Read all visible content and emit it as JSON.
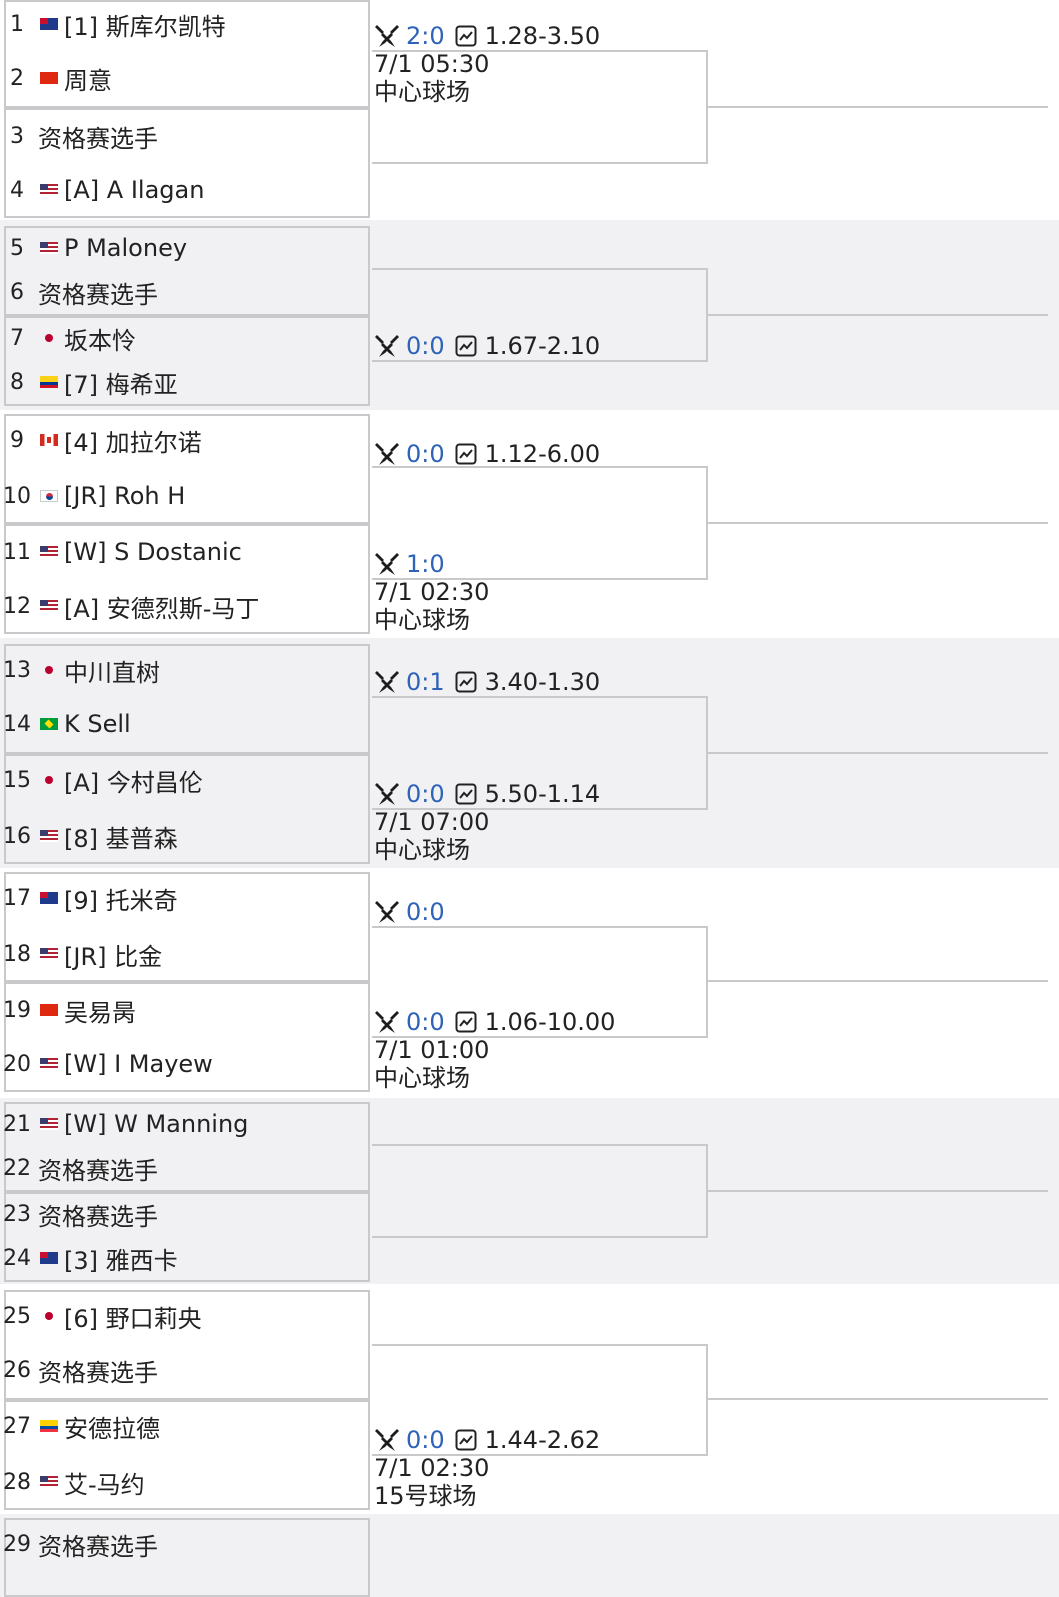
{
  "players": [
    {
      "num": "1",
      "flag": "au",
      "name": "[1] 斯库尔凯特"
    },
    {
      "num": "2",
      "flag": "cn",
      "name": "周意"
    },
    {
      "num": "3",
      "flag": "",
      "name": "资格赛选手"
    },
    {
      "num": "4",
      "flag": "us",
      "name": "[A] A Ilagan"
    },
    {
      "num": "5",
      "flag": "us",
      "name": "P Maloney"
    },
    {
      "num": "6",
      "flag": "",
      "name": "资格赛选手"
    },
    {
      "num": "7",
      "flag": "jp",
      "name": "坂本怜"
    },
    {
      "num": "8",
      "flag": "co",
      "name": "[7] 梅希亚"
    },
    {
      "num": "9",
      "flag": "ca",
      "name": "[4] 加拉尔诺"
    },
    {
      "num": "10",
      "flag": "kr",
      "name": "[JR] Roh H"
    },
    {
      "num": "11",
      "flag": "us",
      "name": "[W] S Dostanic"
    },
    {
      "num": "12",
      "flag": "us",
      "name": "[A] 安德烈斯-马丁"
    },
    {
      "num": "13",
      "flag": "jp",
      "name": "中川直树"
    },
    {
      "num": "14",
      "flag": "br",
      "name": "K Sell"
    },
    {
      "num": "15",
      "flag": "jp",
      "name": "[A] 今村昌伦"
    },
    {
      "num": "16",
      "flag": "us",
      "name": "[8] 基普森"
    },
    {
      "num": "17",
      "flag": "au",
      "name": "[9] 托米奇"
    },
    {
      "num": "18",
      "flag": "us",
      "name": "[JR] 比金"
    },
    {
      "num": "19",
      "flag": "cn",
      "name": "吴易昺"
    },
    {
      "num": "20",
      "flag": "us",
      "name": "[W] I Mayew"
    },
    {
      "num": "21",
      "flag": "us",
      "name": "[W] W Manning"
    },
    {
      "num": "22",
      "flag": "",
      "name": "资格赛选手"
    },
    {
      "num": "23",
      "flag": "",
      "name": "资格赛选手"
    },
    {
      "num": "24",
      "flag": "au",
      "name": "[3] 雅西卡"
    },
    {
      "num": "25",
      "flag": "jp",
      "name": "[6] 野口莉央"
    },
    {
      "num": "26",
      "flag": "",
      "name": "资格赛选手"
    },
    {
      "num": "27",
      "flag": "ec",
      "name": "安德拉德"
    },
    {
      "num": "28",
      "flag": "us",
      "name": "艾-马约"
    },
    {
      "num": "29",
      "flag": "",
      "name": "资格赛选手"
    }
  ],
  "matches": [
    {
      "h2h": "2:0",
      "odds": "1.28-3.50",
      "time": "7/1 05:30",
      "court": "中心球场"
    },
    {
      "h2h": "0:0",
      "odds": "1.67-2.10",
      "time": "",
      "court": ""
    },
    {
      "h2h": "0:0",
      "odds": "1.12-6.00",
      "time": "",
      "court": ""
    },
    {
      "h2h": "1:0",
      "odds": "",
      "time": "7/1 02:30",
      "court": "中心球场"
    },
    {
      "h2h": "0:1",
      "odds": "3.40-1.30",
      "time": "",
      "court": ""
    },
    {
      "h2h": "0:0",
      "odds": "5.50-1.14",
      "time": "7/1 07:00",
      "court": "中心球场"
    },
    {
      "h2h": "0:0",
      "odds": "",
      "time": "",
      "court": ""
    },
    {
      "h2h": "0:0",
      "odds": "1.06-10.00",
      "time": "7/1 01:00",
      "court": "中心球场"
    },
    {
      "h2h": "0:0",
      "odds": "1.44-2.62",
      "time": "7/1 02:30",
      "court": "15号球场"
    }
  ],
  "icons": {
    "h2h": "crossed-rackets-icon",
    "odds": "trend-chart-icon"
  },
  "colors": {
    "score": "#2e63b8",
    "border": "#c9c9cc",
    "band": "#f1f1f3"
  }
}
